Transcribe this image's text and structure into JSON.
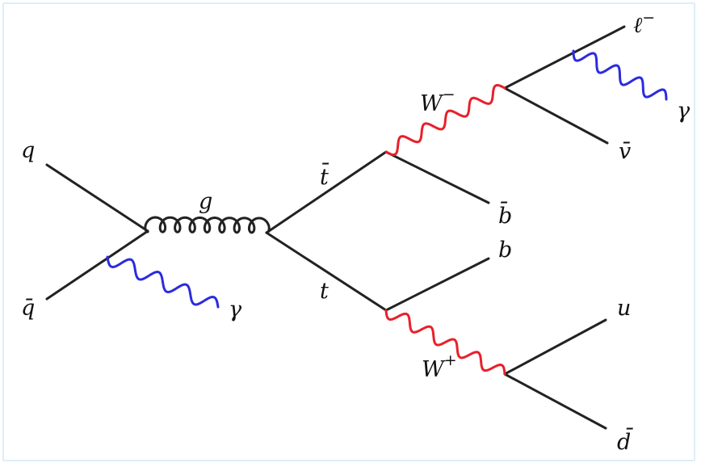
{
  "labels": {
    "q": "q",
    "qbar": "q̄",
    "gamma_initial": "γ",
    "gluon": "g",
    "tbar": "t̄",
    "t": "t",
    "w_minus_base": "W",
    "w_minus_sign": "−",
    "w_plus_base": "W",
    "w_plus_sign": "+",
    "lepton_minus": "ℓ",
    "lepton_sign": "−",
    "gamma_final": "γ",
    "nubar": "v̄",
    "bbar": "b̄",
    "b": "b",
    "u": "u",
    "dbar": "d̄"
  },
  "colors": {
    "fermion": "#222222",
    "gluon": "#222222",
    "photon": "#2b2be0",
    "w_boson": "#e8202a",
    "frame": "#dceff8"
  }
}
